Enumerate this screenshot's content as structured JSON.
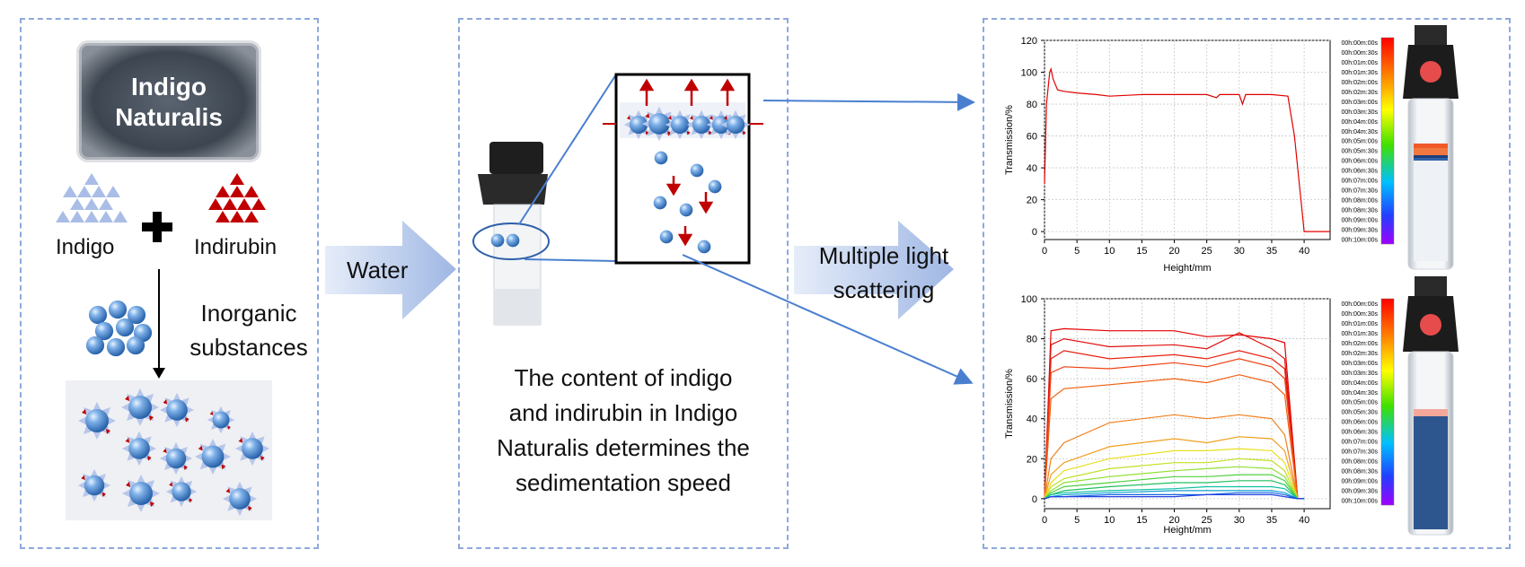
{
  "left_panel": {
    "photo_label_line1": "Indigo",
    "photo_label_line2": "Naturalis",
    "indigo_label": "Indigo",
    "indirubin_label": "Indirubin",
    "inorganic_line1": "Inorganic",
    "inorganic_line2": "substances"
  },
  "arrow1_label": "Water",
  "arrow2_label_line1": "Multiple light",
  "arrow2_label_line2": "scattering",
  "middle_panel": {
    "caption_line1": "The content of indigo",
    "caption_line2": "and indirubin in Indigo",
    "caption_line3": "Naturalis determines the",
    "caption_line4": "sedimentation speed"
  },
  "colors": {
    "dashed_border": "#8ea9dc",
    "indigo_triangle": "#a9bde6",
    "indirubin_triangle": "#c00000",
    "particle_blue": "#3a7fd0",
    "arrow_red": "#c00000",
    "connector_blue": "#4a7fd0",
    "big_arrow": "#b7c8ea"
  },
  "chart_data": [
    {
      "type": "line",
      "title": "",
      "xlabel": "Height/mm",
      "ylabel": "Transmission/%",
      "xlim": [
        0,
        44
      ],
      "ylim": [
        -5,
        120
      ],
      "x_ticks": [
        0,
        5,
        10,
        15,
        20,
        25,
        30,
        35,
        40
      ],
      "y_ticks": [
        0,
        20,
        40,
        60,
        80,
        100,
        120
      ],
      "grid": true,
      "legend_position": "right",
      "legend": [
        "00h:00m:00s",
        "00h:00m:30s",
        "00h:01m:00s",
        "00h:01m:30s",
        "00h:02m:00s",
        "00h:02m:30s",
        "00h:03m:00s",
        "00h:03m:30s",
        "00h:04m:00s",
        "00h:04m:30s",
        "00h:05m:00s",
        "00h:05m:30s",
        "00h:06m:00s",
        "00h:06m:30s",
        "00h:07m:00s",
        "00h:07m:30s",
        "00h:08m:00s",
        "00h:08m:30s",
        "00h:09m:00s",
        "00h:09m:30s",
        "00h:10m:00s"
      ],
      "series": [
        {
          "color": "#e00000",
          "x": [
            0,
            0.3,
            0.8,
            1.0,
            1.3,
            2.0,
            3,
            5,
            8,
            10,
            15,
            20,
            25,
            26.5,
            27,
            30,
            30.5,
            31,
            35,
            37.5,
            38.5,
            39.5,
            40,
            44
          ],
          "y": [
            30,
            80,
            100,
            102,
            96,
            89,
            88,
            87,
            86,
            85,
            86,
            86,
            86,
            84,
            86,
            86,
            80,
            86,
            86,
            85,
            60,
            20,
            0,
            0
          ]
        }
      ]
    },
    {
      "type": "line",
      "title": "",
      "xlabel": "Height/mm",
      "ylabel": "Transmission/%",
      "xlim": [
        0,
        44
      ],
      "ylim": [
        -5,
        100
      ],
      "x_ticks": [
        0,
        5,
        10,
        15,
        20,
        25,
        30,
        35,
        40
      ],
      "y_ticks": [
        0,
        20,
        40,
        60,
        80,
        100
      ],
      "grid": true,
      "legend_position": "right",
      "legend": [
        "00h:00m:00s",
        "00h:00m:30s",
        "00h:01m:00s",
        "00h:01m:30s",
        "00h:02m:00s",
        "00h:02m:30s",
        "00h:03m:00s",
        "00h:03m:30s",
        "00h:04m:00s",
        "00h:04m:30s",
        "00h:05m:00s",
        "00h:05m:30s",
        "00h:06m:00s",
        "00h:06m:30s",
        "00h:07m:00s",
        "00h:07m:30s",
        "00h:08m:00s",
        "00h:08m:30s",
        "00h:09m:00s",
        "00h:09m:30s",
        "00h:10m:00s"
      ],
      "series": [
        {
          "color": "#e00000",
          "x": [
            0,
            1,
            3,
            10,
            20,
            25,
            30,
            35,
            37,
            39,
            40
          ],
          "y": [
            0,
            84,
            85,
            84,
            84,
            81,
            82,
            80,
            78,
            0,
            0
          ]
        },
        {
          "color": "#e01010",
          "x": [
            0,
            1,
            3,
            10,
            20,
            25,
            30,
            35,
            37,
            39,
            40
          ],
          "y": [
            0,
            77,
            80,
            76,
            77,
            75,
            83,
            75,
            70,
            0,
            0
          ]
        },
        {
          "color": "#e82010",
          "x": [
            0,
            1,
            3,
            10,
            20,
            25,
            30,
            35,
            37,
            39,
            40
          ],
          "y": [
            0,
            70,
            74,
            70,
            72,
            70,
            74,
            70,
            65,
            0,
            0
          ]
        },
        {
          "color": "#f04010",
          "x": [
            0,
            1,
            3,
            10,
            20,
            25,
            30,
            35,
            37,
            39,
            40
          ],
          "y": [
            0,
            63,
            66,
            65,
            68,
            66,
            70,
            66,
            60,
            0,
            0
          ]
        },
        {
          "color": "#f06010",
          "x": [
            0,
            1,
            3,
            10,
            20,
            25,
            30,
            35,
            37,
            39,
            40
          ],
          "y": [
            0,
            50,
            55,
            57,
            60,
            58,
            62,
            58,
            52,
            0,
            0
          ]
        },
        {
          "color": "#f08020",
          "x": [
            0,
            1,
            3,
            10,
            20,
            25,
            30,
            35,
            37,
            39,
            40
          ],
          "y": [
            0,
            20,
            28,
            38,
            42,
            40,
            42,
            40,
            32,
            0,
            0
          ]
        },
        {
          "color": "#f0a020",
          "x": [
            0,
            1,
            3,
            10,
            20,
            25,
            30,
            35,
            37,
            39,
            40
          ],
          "y": [
            0,
            12,
            18,
            26,
            30,
            28,
            31,
            30,
            24,
            0,
            0
          ]
        },
        {
          "color": "#e8e020",
          "x": [
            0,
            1,
            3,
            10,
            20,
            25,
            30,
            35,
            37,
            39,
            40
          ],
          "y": [
            0,
            8,
            14,
            20,
            24,
            24,
            25,
            24,
            18,
            0,
            0
          ]
        },
        {
          "color": "#c0e020",
          "x": [
            0,
            1,
            3,
            10,
            20,
            25,
            30,
            35,
            37,
            39,
            40
          ],
          "y": [
            0,
            6,
            10,
            15,
            18,
            18,
            20,
            19,
            14,
            0,
            0
          ]
        },
        {
          "color": "#90e030",
          "x": [
            0,
            1,
            3,
            10,
            20,
            25,
            30,
            35,
            37,
            39,
            40
          ],
          "y": [
            0,
            4,
            8,
            11,
            14,
            15,
            16,
            15,
            11,
            0,
            0
          ]
        },
        {
          "color": "#50d040",
          "x": [
            0,
            1,
            3,
            10,
            20,
            25,
            30,
            35,
            37,
            39,
            40
          ],
          "y": [
            0,
            3,
            6,
            8,
            11,
            11,
            12,
            12,
            9,
            0,
            0
          ]
        },
        {
          "color": "#20c060",
          "x": [
            0,
            1,
            3,
            10,
            20,
            25,
            30,
            35,
            37,
            39,
            40
          ],
          "y": [
            0,
            2,
            4,
            6,
            8,
            8,
            9,
            9,
            7,
            0,
            0
          ]
        },
        {
          "color": "#10c0a0",
          "x": [
            0,
            1,
            3,
            10,
            20,
            25,
            30,
            35,
            37,
            39,
            40
          ],
          "y": [
            0,
            2,
            3,
            4,
            5,
            6,
            6,
            6,
            5,
            0,
            0
          ]
        },
        {
          "color": "#10a0d0",
          "x": [
            0,
            1,
            3,
            10,
            20,
            25,
            30,
            35,
            37,
            39,
            40
          ],
          "y": [
            0,
            1,
            2,
            3,
            4,
            4,
            4,
            4,
            3,
            0,
            0
          ]
        },
        {
          "color": "#1060e0",
          "x": [
            0,
            1,
            3,
            10,
            20,
            25,
            30,
            35,
            37,
            39,
            40
          ],
          "y": [
            0,
            1,
            1,
            2,
            2,
            2,
            3,
            3,
            2,
            0,
            0
          ]
        },
        {
          "color": "#2040e0",
          "x": [
            0,
            1,
            3,
            10,
            20,
            25,
            30,
            35,
            37,
            39,
            40
          ],
          "y": [
            0,
            1,
            1,
            1,
            1,
            2,
            2,
            2,
            1,
            0,
            0
          ]
        }
      ]
    }
  ]
}
